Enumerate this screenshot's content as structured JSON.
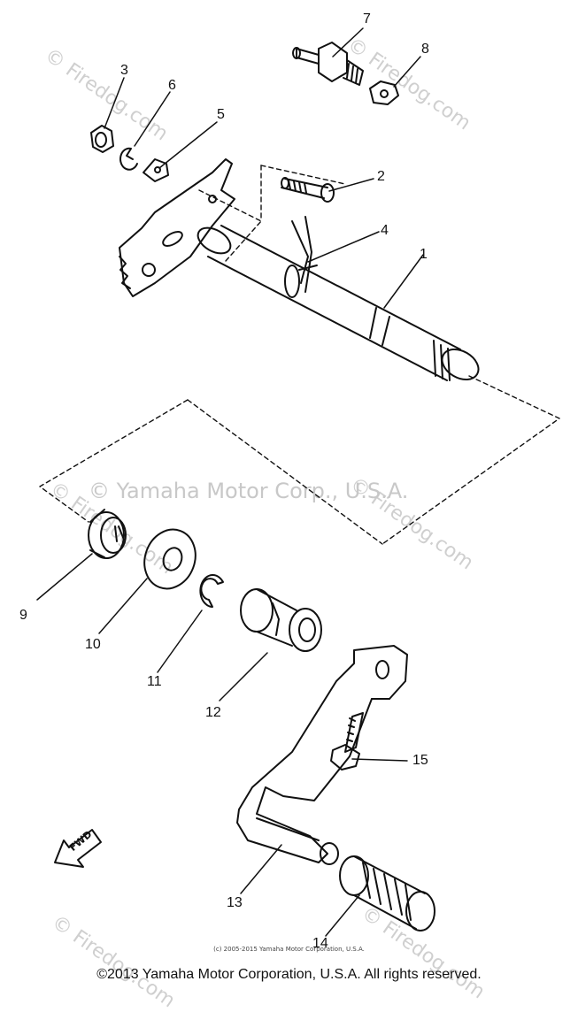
{
  "diagram": {
    "callouts": [
      "1",
      "2",
      "3",
      "4",
      "5",
      "6",
      "7",
      "8",
      "9",
      "10",
      "11",
      "12",
      "13",
      "14",
      "15"
    ],
    "fwd_label": "FWD",
    "watermarks": {
      "site": "© Firedog.com",
      "center_copyright": "© Yamaha Motor Corp., U.S.A."
    },
    "small_copyright": "(c) 2005-2015 Yamaha Motor Corporation, U.S.A.",
    "footer_copyright": "©2013 Yamaha Motor Corporation, U.S.A. All rights reserved."
  }
}
